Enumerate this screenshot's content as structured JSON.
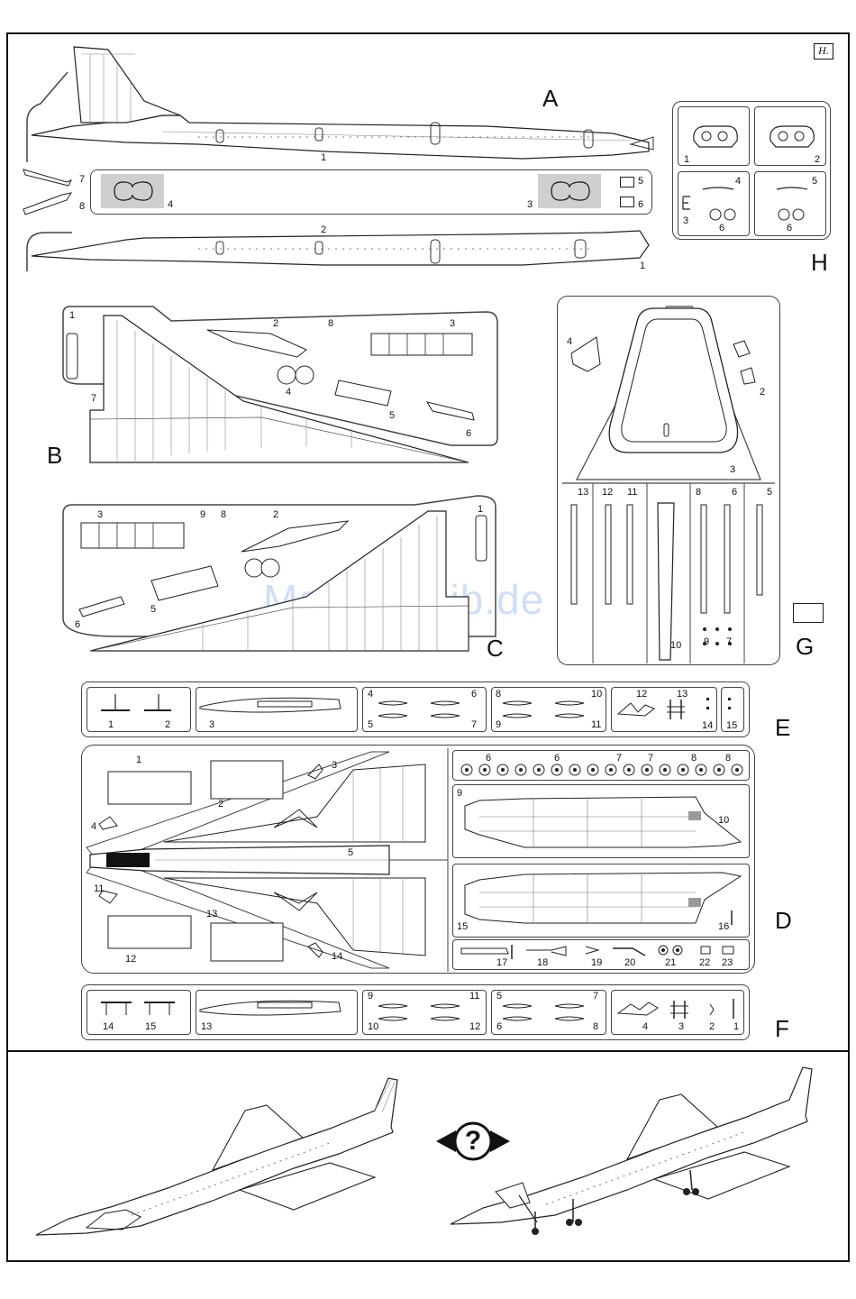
{
  "maker_mark": "H.",
  "watermark": "ManualsLib.de",
  "sprues": {
    "A": {
      "letter": "A",
      "part_numbers": [
        "1",
        "2",
        "3",
        "4",
        "5",
        "6",
        "7",
        "8",
        "1"
      ]
    },
    "B": {
      "letter": "B",
      "part_numbers": [
        "1",
        "2",
        "8",
        "3",
        "4",
        "5",
        "6",
        "7"
      ]
    },
    "C": {
      "letter": "C",
      "part_numbers": [
        "3",
        "9",
        "8",
        "2",
        "1",
        "6",
        "5"
      ]
    },
    "D": {
      "letter": "D",
      "part_numbers": [
        "1",
        "2",
        "3",
        "4",
        "5",
        "6",
        "6",
        "7",
        "7",
        "8",
        "8",
        "9",
        "10",
        "11",
        "12",
        "13",
        "14",
        "15",
        "16",
        "17",
        "18",
        "19",
        "20",
        "21",
        "22",
        "23"
      ]
    },
    "E": {
      "letter": "E",
      "part_numbers": [
        "1",
        "2",
        "3",
        "4",
        "6",
        "5",
        "7",
        "8",
        "10",
        "9",
        "11",
        "12",
        "13",
        "14",
        "15"
      ]
    },
    "F": {
      "letter": "F",
      "part_numbers": [
        "14",
        "15",
        "13",
        "9",
        "11",
        "10",
        "12",
        "5",
        "7",
        "6",
        "8",
        "4",
        "3",
        "2",
        "1"
      ]
    },
    "G": {
      "letter": "G",
      "part_numbers": [
        "4",
        "2",
        "3",
        "13",
        "12",
        "11",
        "8",
        "6",
        "5",
        "10",
        "9",
        "7"
      ]
    },
    "H": {
      "letter": "H",
      "part_numbers": [
        "1",
        "2",
        "4",
        "5",
        "3",
        "6",
        "6"
      ]
    }
  },
  "bottom_panel": {
    "question_mark": "?"
  }
}
